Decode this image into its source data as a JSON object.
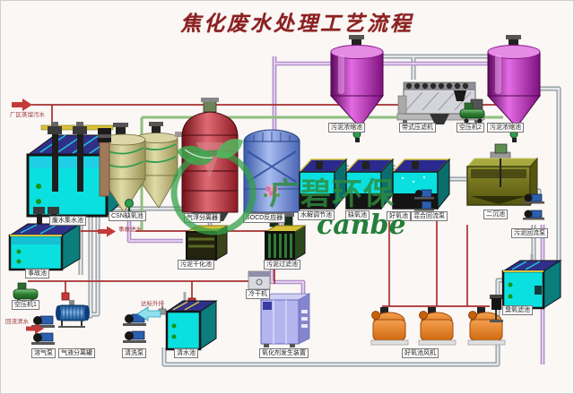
{
  "title": "焦化废水处理工艺流程",
  "watermark": {
    "brand": "广碧环保",
    "latin": "canbe"
  },
  "flow_notes": {
    "inflow": "厂区蒸馏污水",
    "accident_in": "事故进水",
    "recycle": "回流清水",
    "discharge": "达标外排"
  },
  "equipment_labels": {
    "collection_tank": "废水集水池",
    "accident_tank": "事故池",
    "air_compressor_1": "空压机1",
    "dissolved_air_pump": "溶气泵",
    "gas_liquid_separator": "气液分离罐",
    "washing_pump": "清洗泵",
    "clean_water_tank": "清水池",
    "csn_anoxic_tank": "CSN缺氧池",
    "flotation_separator": "气浮分离器",
    "socd_reactor": "SOCD反应器",
    "sludge_drying_tank": "污泥干化池",
    "sludge_filter_tank": "污泥过滤池",
    "cold_dryer": "冷干机",
    "oxidant_generator": "氧化剂发生装置",
    "hydrolysis_tank": "水解调节池",
    "anoxic_tank": "缺氧池",
    "aerobic_tank": "好氧池",
    "mixed_return_pump": "混合回流泵",
    "secondary_clarifier": "二沉池",
    "sludge_return_pump": "污泥回流泵",
    "sludge_thickener_1": "污泥浓缩池",
    "belt_filter_press": "带式压滤机",
    "air_compressor_2": "空压机2",
    "sludge_thickener_2": "污泥浓缩池",
    "aeration_blowers": "好氧池风机",
    "ozone_filter_tank": "臭氧滤池"
  },
  "colors": {
    "title_red": "#8B2020",
    "watermark_green": "#2E8B3A",
    "water_cyan": "#0AE0E0",
    "sludge_purple": "#B020B0",
    "reactor_red": "#A03040",
    "reactor_blue": "#5577CC",
    "pipe_lavender": "#D8B4E2",
    "pipe_green": "#8FBF7F",
    "arrow_red": "#C23A3A"
  }
}
